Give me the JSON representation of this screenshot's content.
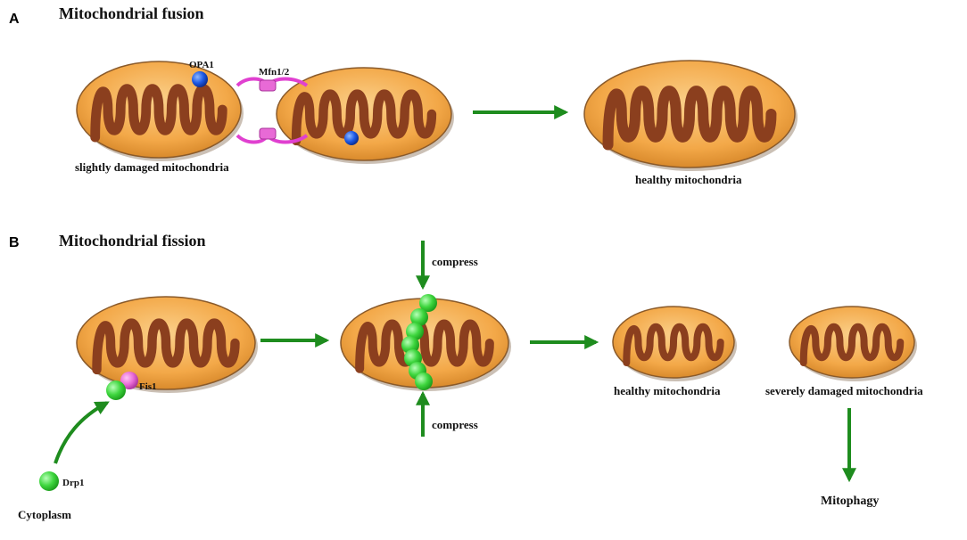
{
  "panels": {
    "a": {
      "letter": "A",
      "title": "Mitochondrial fusion"
    },
    "b": {
      "letter": "B",
      "title": "Mitochondrial fission"
    }
  },
  "labels": {
    "opa1": "OPA1",
    "mfn": "Mfn1/2",
    "slightly_damaged": "slightly damaged mitochondria",
    "healthy_a": "healthy mitochondria",
    "compress_top": "compress",
    "compress_bottom": "compress",
    "fis1": "Fis1",
    "drp1": "Drp1",
    "cytoplasm": "Cytoplasm",
    "healthy_b": "healthy mitochondria",
    "severely_damaged": "severely damaged mitochondria",
    "mitophagy": "Mitophagy"
  },
  "colors": {
    "membrane_fill": "#f3a848",
    "membrane_edge": "#8a5a2a",
    "cristae": "#8b3f1e",
    "arrow": "#1e8c1e",
    "drp1": "#3ed63e",
    "fis1": "#e86ad6",
    "opa1": "#1e5ae6",
    "mfn": "#e040d0"
  }
}
